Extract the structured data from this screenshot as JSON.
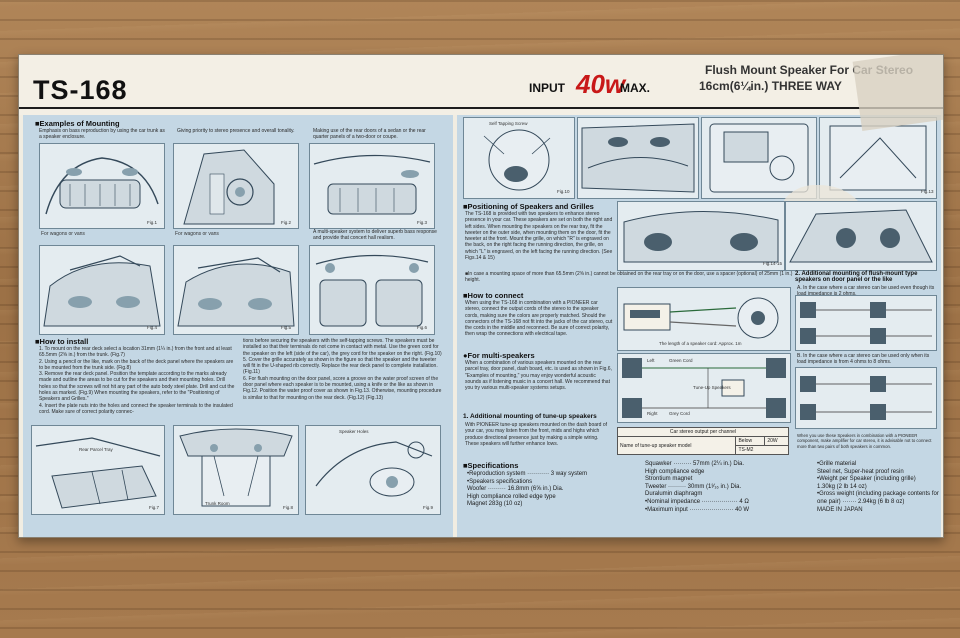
{
  "header": {
    "model": "TS-168",
    "input_label": "INPUT",
    "power": "40w",
    "max_label": "MAX.",
    "product_line1": "Flush Mount Speaker For Car Stereo",
    "product_line2": "16cm(6¼in.) THREE  WAY"
  },
  "left": {
    "mounting_heading": "■Examples of Mounting",
    "mounting_col1": "Emphasis on bass reproduction by using the car trunk as a speaker enclosure.",
    "mounting_col2": "Giving priority to stereo presence and overall tonality.",
    "mounting_col3": "Making use of the rear doors of a sedan or the rear quarter panels of a two-door or coupe.",
    "cap_wagons_1": "For wagons or vans",
    "cap_wagons_2": "For wagons or vans",
    "cap_multi": "A multi-speaker system to deliver superb bass response and provide that concert hall realism.",
    "install_heading": "■How to install",
    "install_text": "1. To mount on the rear deck select a location 31mm (1¼ in.) from the front and at least 65.5mm (2⅝ in.) from the trunk. (Fig.7)\n2. Using a pencil or the like, mark on the back of the deck panel where the speakers are to be mounted from the trunk side. (Fig.8)\n3. Remove the rear deck panel. Position the template according to the marks already made and outline the areas to be cut for the speakers and their mounting holes. Drill holes so that the screws will not hit any part of the auto body steel plate. Drill and cut the holes as marked. (Fig.9) When mounting the speakers, refer to the \"Positioning of Speakers and Grilles.\"\n4. Insert the plate nuts into the holes and connect the speaker terminals to the insulated cord. Make sure of correct polarity connec-",
    "install_text2": "tions before securing the speakers with the self-tapping screws. The speakers must be installed so that their terminals do not come in contact with metal. Use the green cord for the speaker on the left (side of the car), the grey cord for the speaker on the right. (Fig.10)\n5. Cover the grille accurately as shown in the figure so that the speaker and the tweeter will fit in the U-shaped rib correctly. Replace the rear deck panel to complete installation. (Fig.11)\n6. For flush mounting on the door panel, score a groove on the water proof screen of the door panel where each speaker is to be mounted, using a knife or the like as shown in Fig.12. Position the water proof cover as shown in Fig.13. Otherwise, mounting procedure is similar to that for mounting on the rear deck. (Fig.12) (Fig.13)"
  },
  "right": {
    "positioning_heading": "■Positioning of Speakers and Grilles",
    "positioning_text": "The TS-168 is provided with two speakers to enhance stereo presence in your car. These speakers are set on both the right and left sides. When mounting the speakers on the rear tray, fit the tweeter on the outer side, when mounting them on the door, fit the tweeter at the front. Mount the grille, on which \"R\" is engraved on the back, on the right facing the running direction, the grille, on which \"L\" is engraved, on the left facing the running direction. (See Figs.14 & 15)",
    "spacer_text": "■In case a mounting space of more than 65.5mm (2⅝ in.) cannot be obtained on the rear tray or on the door, use a spacer (optional) of 25mm (1 in.) height.",
    "connect_heading": "■How to connect",
    "connect_text": "When using the TS-168 in combination with a PIONEER car stereo, connect the output cords of the stereo to the speaker cords, making sure the colors are properly matched. Should the connectors of the TS-168 not fit into the jacks of the car stereo, cut the cords in the middle and reconnect. Be sure of correct polarity, then wrap the connections with electrical tape.",
    "multi_heading": "●For multi-speakers",
    "multi_text": "When a combination of various speakers mounted on the rear parcel tray, door panel, dash board, etc. is used as shown in Fig.6, \"Examples of mounting,\" you may enjoy wonderful acoustic sounds as if listening music in a concert hall. We recommend that you try various multi-speaker systems setups.",
    "tuneup_heading": "1. Additional mounting of tune-up speakers",
    "tuneup_text": "With PIONEER tune-up speakers mounted on the dash board of your car, you may listen from the front, mids and highs which produce directional presence just by making a simple wiring. These speakers will further enhance lows.",
    "additional_heading": "2. Additional mounting of flush-mount type speakers on door panel or the like",
    "additional_a": "A. In the case where a car stereo can be used even though its load impedance is 2 ohms.",
    "additional_b": "B. In the case where a car stereo can be used only when its load impedance is from 4 ohms to 8 ohms.",
    "additional_note": "When you use these Speakers in combination with a PIONEER component, make amplifier for car stereo, it is advisable not to connect more than two pairs of both speakers in common.",
    "table": {
      "head": "Car stereo output per channel",
      "col_below": "Below",
      "col_watts": "20W",
      "row_label": "Name of tune-up speaker model",
      "row_value": "TS-M2"
    }
  },
  "specs": {
    "heading": "■Specifications",
    "col1": [
      "•Reproduction system  ···········  3 way system",
      "•Speakers specifications",
      "Woofer ········· 16.8mm (6⅝ in.) Dia.",
      "High compliance rolled edge type",
      "Magnet 283g (10 oz)"
    ],
    "col2": [
      "Squawker ········· 57mm (2¼ in.) Dia.",
      "High compliance edge",
      "Strontium magnet",
      "Tweeter ········· 30mm (1³⁄₁₆ in.) Dia.",
      "Duralumin diaphragm",
      "•Nominal impedance ·················· 4 Ω",
      "•Maximum input ······················ 40 W"
    ],
    "col3": [
      "•Grille material",
      "Steel net, Super-heat proof resin",
      "•Weight per Speaker (including grille)",
      "1.30kg (2 lb 14 oz)",
      "•Gross weight (including package contents for",
      "one pair) ······· 2.94kg (6 lb 8 oz)",
      "MADE IN JAPAN"
    ]
  },
  "figures": {
    "fig1": "Fig.1",
    "fig2": "Fig.2",
    "fig3": "Fig.3",
    "fig4": "Fig.4",
    "fig5": "Fig.5",
    "fig6": "Fig.6",
    "fig7": "Fig.7",
    "fig8": "Fig.8",
    "fig9": "Fig.9",
    "fig10": "Fig.10",
    "fig13": "Fig.13",
    "fig14": "Fig.14-15",
    "fig7_label": "Rear Parcel Tray",
    "fig8_label": "Trunk Room",
    "fig9_label": "Speaker Holes",
    "fig10_label": "Self Tapping Screw",
    "wire_left": "Left",
    "wire_right": "Right",
    "wire_green": "Green Cord",
    "wire_grey": "Grey Cord",
    "wire_tuneup": "Tune-Up Speakers",
    "conn_note": "The length of a speaker cord: Approx. 1m"
  }
}
